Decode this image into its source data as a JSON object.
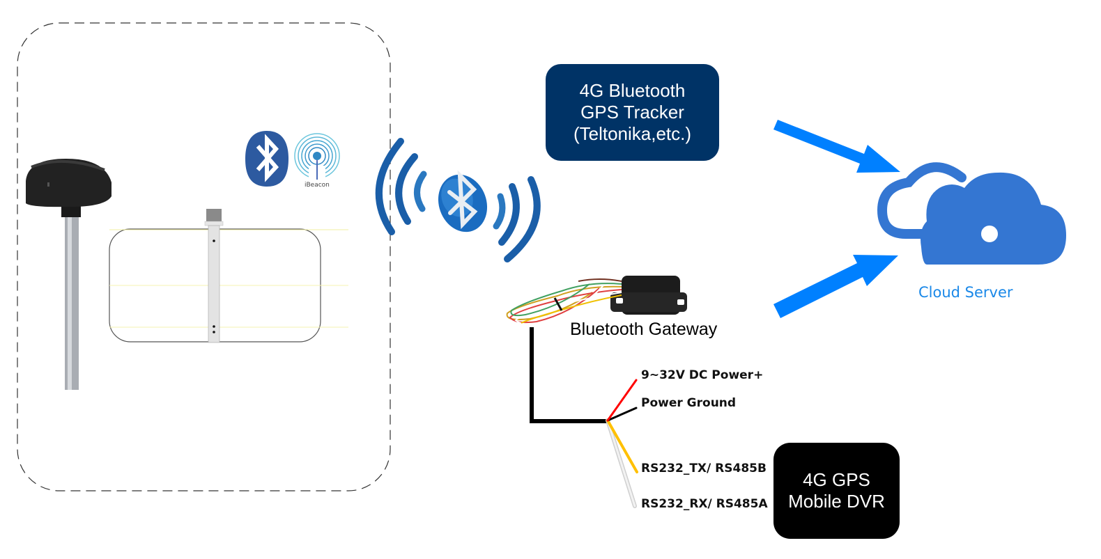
{
  "diagram": {
    "vehicle_area": {
      "label": "",
      "contents": [
        "gps-antenna",
        "bluetooth-logo",
        "ibeacon-logo",
        "fuel-level-sensor"
      ]
    },
    "badges": {
      "ibeacon": "iBeacon"
    },
    "tracker": {
      "lines": [
        "4G Bluetooth",
        "GPS Tracker",
        "(Teltonika,etc.)"
      ],
      "color": "#003366"
    },
    "gateway": {
      "label": "Bluetooth Gateway"
    },
    "wires": [
      {
        "label": "9~32V DC Power+",
        "color": "#ff0000"
      },
      {
        "label": "Power Ground",
        "color": "#000000"
      },
      {
        "label": "RS232_TX/ RS485B",
        "color": "#ffc000"
      },
      {
        "label": "RS232_RX/ RS485A",
        "color": "#e8e8e8"
      }
    ],
    "dvr": {
      "lines": [
        "4G GPS",
        "Mobile DVR"
      ],
      "color": "#000000"
    },
    "cloud": {
      "label": "Cloud Server",
      "color": "#3476d2",
      "label_color": "#1a88e8"
    },
    "arrows": {
      "color": "#0080ff",
      "edges": [
        {
          "from": "tracker",
          "to": "cloud"
        },
        {
          "from": "gateway",
          "to": "cloud"
        }
      ]
    },
    "wireless_link": {
      "type": "bluetooth",
      "color": "#1560a8"
    }
  }
}
